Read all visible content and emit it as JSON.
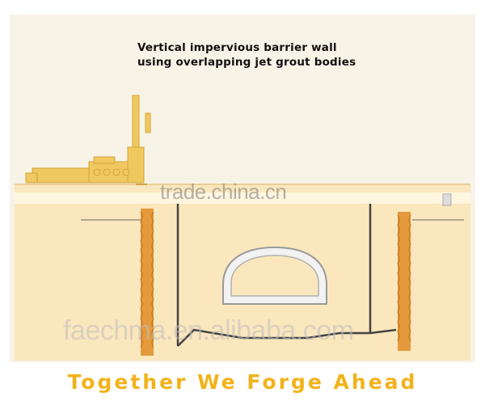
{
  "caption": {
    "line1": "Vertical impervious barrier wall",
    "line2": "using overlapping jet  grout bodies"
  },
  "watermarks": {
    "top": "trade.china.cn",
    "bottom": "faechma.en.alibaba.com"
  },
  "slogan": "Together We Forge Ahead",
  "colors": {
    "sky": "#f7f3e6",
    "soil": "#fbe7bd",
    "grout_column": "#e49a3c",
    "rig": "#f0c860",
    "wall_line": "#444444",
    "tunnel_fill": "#f2f2f2",
    "slogan": "#f2b21a"
  }
}
